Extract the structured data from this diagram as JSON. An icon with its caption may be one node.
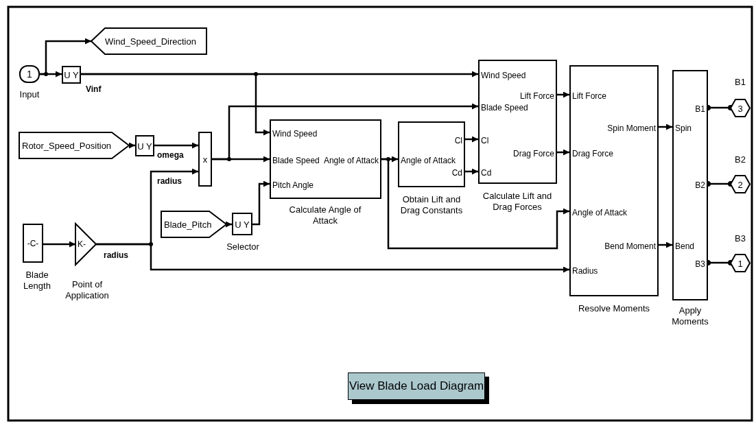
{
  "diagram": {
    "nodes": [
      {
        "text": [
          "1"
        ],
        "beside": [
          "Input"
        ]
      },
      {
        "text": [
          "U Y"
        ]
      },
      {
        "text": [
          "Wind_Speed_Direction"
        ]
      },
      {
        "text": [
          "Rotor_Speed_Position"
        ]
      },
      {
        "text": [
          "U Y"
        ]
      },
      {
        "text": [
          "x"
        ]
      },
      {
        "text": [
          "-C-"
        ],
        "beside": [
          "Blade Length"
        ]
      },
      {
        "text": [
          "K-"
        ],
        "beside": [
          "Point of Application"
        ]
      },
      {
        "text": [
          "Blade_Pitch"
        ]
      },
      {
        "text": [
          "U Y"
        ],
        "beside": [
          "Selector"
        ]
      },
      {
        "text": [
          "Wind Speed",
          "Blade Speed",
          "Pitch Angle",
          "Angle of Attack"
        ],
        "beside": [
          "Calculate Angle of Attack"
        ]
      },
      {
        "text": [
          "Cl",
          "Angle of Attack",
          "Cd"
        ],
        "beside": [
          "Obtain Lift and Drag Constants"
        ]
      },
      {
        "text": [
          "Wind Speed",
          "Blade Speed",
          "Cl",
          "Cd",
          "Lift Force",
          "Drag Force"
        ],
        "beside": [
          "Calculate Lift and Drag Forces"
        ]
      },
      {
        "text": [
          "Lift Force",
          "Drag Force",
          "Angle of Attack",
          "Radius",
          "Spin Moment",
          "Bend Moment"
        ],
        "beside": [
          "Resolve Moments"
        ]
      },
      {
        "text": [
          "Spin",
          "Bend",
          "B1",
          "B2",
          "B3"
        ],
        "beside": [
          "Apply Moments"
        ]
      },
      {
        "text": [
          "3"
        ],
        "beside": [
          "B1"
        ]
      },
      {
        "text": [
          "2"
        ],
        "beside": [
          "B2"
        ]
      },
      {
        "text": [
          "1"
        ],
        "beside": [
          "B3"
        ]
      },
      {
        "text": [
          "View Blade Load Diagram"
        ]
      }
    ],
    "edges": [
      {
        "from": 0,
        "to": 2,
        "arrow": "to"
      },
      {
        "from": 0,
        "to": 1,
        "arrow": "to"
      },
      {
        "from": 1,
        "to": 12,
        "arrow": "to",
        "label": "Vinf"
      },
      {
        "from": 1,
        "to": 10,
        "arrow": "to"
      },
      {
        "from": 3,
        "to": 4,
        "arrow": "to"
      },
      {
        "from": 4,
        "to": 5,
        "arrow": "to",
        "label": "omega"
      },
      {
        "from": 7,
        "to": 5,
        "arrow": "to",
        "label": "radius"
      },
      {
        "from": 5,
        "to": 10,
        "arrow": "to"
      },
      {
        "from": 5,
        "to": 12,
        "arrow": "to"
      },
      {
        "from": 6,
        "to": 7,
        "arrow": "to"
      },
      {
        "from": 8,
        "to": 9,
        "arrow": "to"
      },
      {
        "from": 9,
        "to": 10,
        "arrow": "to"
      },
      {
        "from": 10,
        "to": 11,
        "arrow": "to"
      },
      {
        "from": 10,
        "to": 13,
        "arrow": "to"
      },
      {
        "from": 11,
        "to": 12,
        "arrow": "to"
      },
      {
        "from": 11,
        "to": 12,
        "arrow": "to"
      },
      {
        "from": 12,
        "to": 13,
        "arrow": "to"
      },
      {
        "from": 12,
        "to": 13,
        "arrow": "to"
      },
      {
        "from": 7,
        "to": 13,
        "arrow": "to",
        "label": "radius"
      },
      {
        "from": 13,
        "to": 14,
        "arrow": "to"
      },
      {
        "from": 13,
        "to": 14,
        "arrow": "to"
      },
      {
        "from": 14,
        "to": 15,
        "arrow": "other"
      },
      {
        "from": 14,
        "to": 16,
        "arrow": "other"
      },
      {
        "from": 14,
        "to": 17,
        "arrow": "other"
      }
    ]
  }
}
